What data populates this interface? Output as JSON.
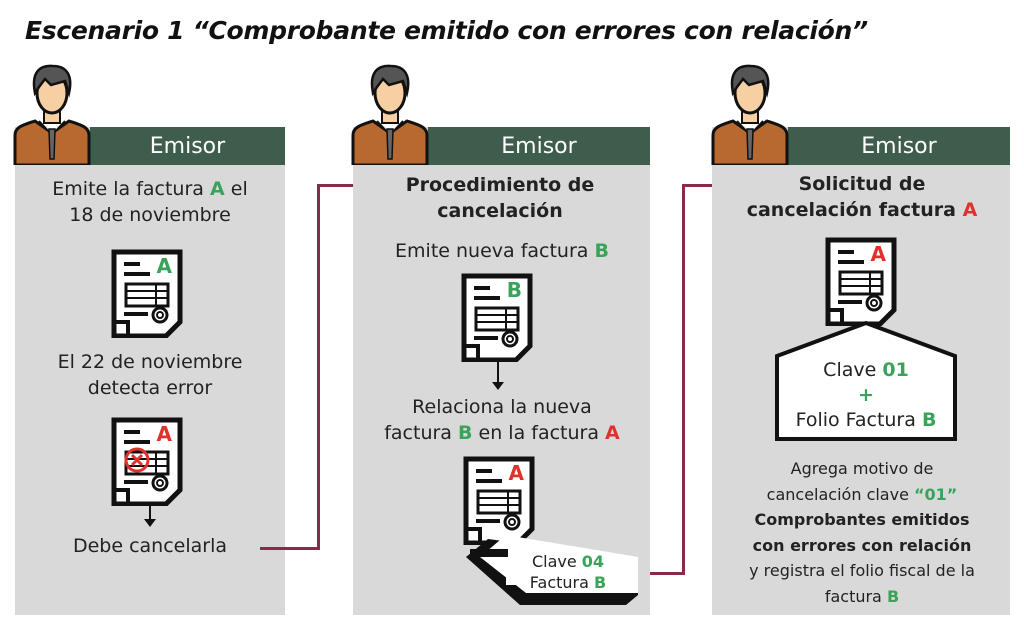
{
  "title": "Escenario 1 “Comprobante emitido con errores con relación”",
  "colors": {
    "header": "#3e5d4c",
    "panel": "#d9d9d9",
    "green": "#3aa35a",
    "red": "#e0322d",
    "connector": "#8b2a48"
  },
  "panel1": {
    "header": "Emisor",
    "l1a": "Emite la factura",
    "l1b": "A",
    "l1c": "el",
    "l2": "18 de noviembre",
    "doc1": "A",
    "l3": "El 22 de noviembre",
    "l4": "detecta error",
    "doc2": "A",
    "l5": "Debe cancelarla"
  },
  "panel2": {
    "header": "Emisor",
    "h1": "Procedimiento de",
    "h2": "cancelación",
    "l1a": "Emite nueva factura",
    "l1b": "B",
    "doc1": "B",
    "l2": "Relaciona la nueva",
    "l3a": "factura",
    "l3b": "B",
    "l3c": "en la factura",
    "l3d": "A",
    "doc2": "A",
    "note1a": "Clave",
    "note1b": "04",
    "note2a": "Factura",
    "note2b": "B"
  },
  "panel3": {
    "header": "Emisor",
    "h1": "Solicitud de",
    "h2a": "cancelación factura",
    "h2b": "A",
    "doc1": "A",
    "box1a": "Clave",
    "box1b": "01",
    "box_plus": "+",
    "box2a": "Folio Factura",
    "box2b": "B",
    "l1": "Agrega motivo de",
    "l2a": "cancelación clave",
    "l2b": "“01”",
    "l3": "Comprobantes emitidos",
    "l4": "con errores con relación",
    "l5": "y registra el folio fiscal de la",
    "l6a": "factura",
    "l6b": "B"
  }
}
